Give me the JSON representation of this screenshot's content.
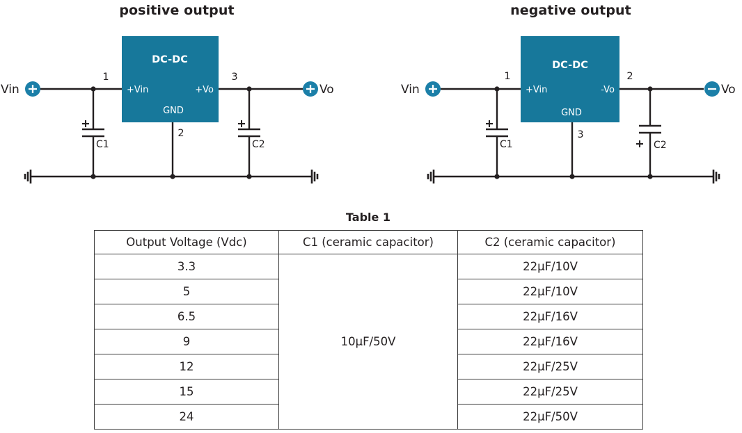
{
  "theme": {
    "block_color": "#17789b",
    "terminal_color": "#1b7fa8",
    "line_color": "#231f20",
    "text_color": "#231f20",
    "table_border": "#3c3c3c",
    "background": "#ffffff"
  },
  "circuits": [
    {
      "id": "positive",
      "title": "positive output",
      "block_title": "DC-DC",
      "input_pin_label": "+Vin",
      "output_pin_label": "+Vo",
      "gnd_pin_label": "GND",
      "input_terminal_label": "Vin",
      "input_terminal_sign": "+",
      "output_terminal_label": "Vo",
      "output_terminal_sign": "+",
      "pin_numbers": {
        "input": "1",
        "gnd": "2",
        "output": "3"
      },
      "capacitors": [
        {
          "name": "C1",
          "polarity_sign": "+",
          "polarity_position": "top"
        },
        {
          "name": "C2",
          "polarity_sign": "+",
          "polarity_position": "top"
        }
      ]
    },
    {
      "id": "negative",
      "title": "negative output",
      "block_title": "DC-DC",
      "input_pin_label": "+Vin",
      "output_pin_label": "-Vo",
      "gnd_pin_label": "GND",
      "input_terminal_label": "Vin",
      "input_terminal_sign": "+",
      "output_terminal_label": "Vo",
      "output_terminal_sign": "-",
      "pin_numbers": {
        "input": "1",
        "gnd": "3",
        "output": "2"
      },
      "capacitors": [
        {
          "name": "C1",
          "polarity_sign": "+",
          "polarity_position": "top"
        },
        {
          "name": "C2",
          "polarity_sign": "+",
          "polarity_position": "bottom"
        }
      ]
    }
  ],
  "table": {
    "title": "Table 1",
    "columns": [
      "Output Voltage (Vdc)",
      "C1 (ceramic capacitor)",
      "C2 (ceramic capacitor)"
    ],
    "c1_merged_value": "10µF/50V",
    "rows": [
      {
        "output_voltage": "3.3",
        "c2": "22µF/10V"
      },
      {
        "output_voltage": "5",
        "c2": "22µF/10V"
      },
      {
        "output_voltage": "6.5",
        "c2": "22µF/16V"
      },
      {
        "output_voltage": "9",
        "c2": "22µF/16V"
      },
      {
        "output_voltage": "12",
        "c2": "22µF/25V"
      },
      {
        "output_voltage": "15",
        "c2": "22µF/25V"
      },
      {
        "output_voltage": "24",
        "c2": "22µF/50V"
      }
    ]
  }
}
